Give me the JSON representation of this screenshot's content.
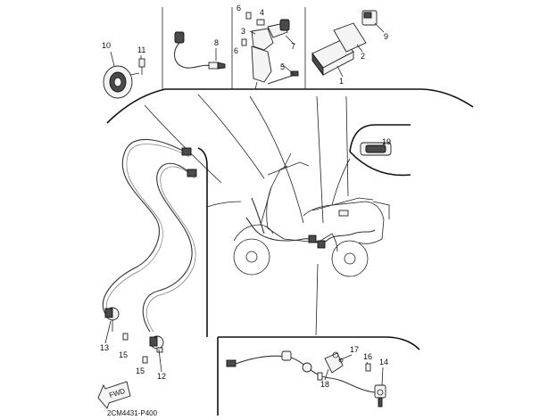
{
  "diagram": {
    "callouts": [
      "1",
      "2",
      "3",
      "4",
      "5",
      "6",
      "6",
      "7",
      "8",
      "9",
      "10",
      "11",
      "12",
      "13",
      "14",
      "15",
      "15",
      "16",
      "17",
      "18",
      "19"
    ],
    "drawing_code": "2CM4431-P400",
    "direction_arrow_text": "FWD"
  }
}
